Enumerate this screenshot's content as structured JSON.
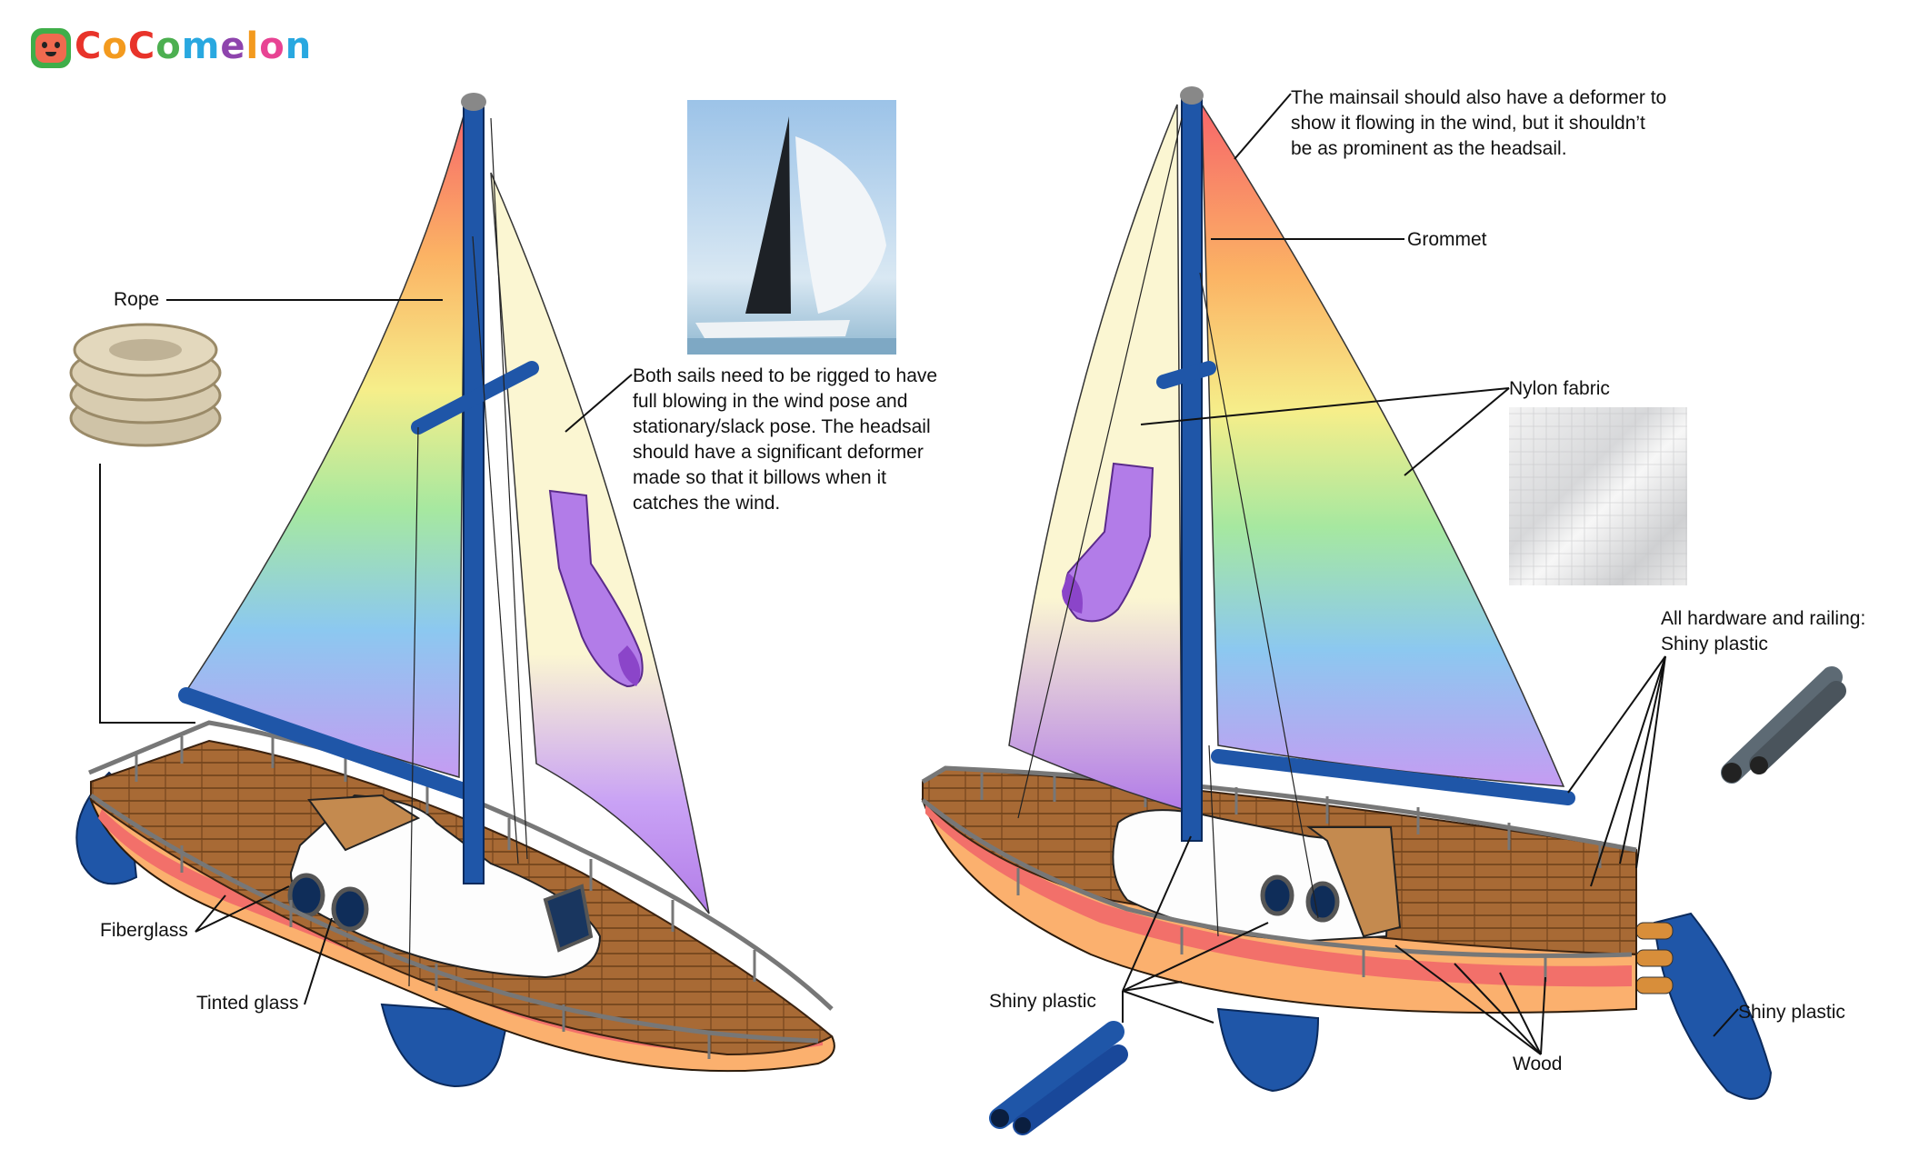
{
  "logo": {
    "text": "CoComelon",
    "letter_colors": [
      "#e8332a",
      "#f39a1e",
      "#e8332a",
      "#4caf50",
      "#29a8e0",
      "#8e44ad",
      "#f39a1e",
      "#e84393",
      "#29a8e0"
    ]
  },
  "left_boat": {
    "labels": {
      "rope": "Rope",
      "fiberglass": "Fiberglass",
      "tinted_glass": "Tinted glass"
    },
    "note": "Both sails need to be rigged to have\nfull blowing in the wind pose and\nstationary/slack pose. The headsail\nshould have a significant deformer\nmade so that it billows when it\ncatches the wind."
  },
  "right_boat": {
    "labels": {
      "grommet": "Grommet",
      "nylon_fabric": "Nylon fabric",
      "hardware_title": "All hardware and railing:",
      "hardware_value": "Shiny plastic",
      "shiny_plastic_left": "Shiny plastic",
      "shiny_plastic_right": "Shiny plastic",
      "wood": "Wood"
    },
    "note": "The mainsail should also have a deformer to\nshow it flowing in the wind, but it shouldn’t\nbe as prominent as the headsail."
  },
  "colors": {
    "mast_blue": "#1f56a8",
    "deck_wood": "#a86a35",
    "hull_orange": "#fbb06e",
    "hull_stripe": "#f2706a",
    "headsail_cream": "#fbf6d2",
    "sock_purple": "#b27ce8"
  }
}
